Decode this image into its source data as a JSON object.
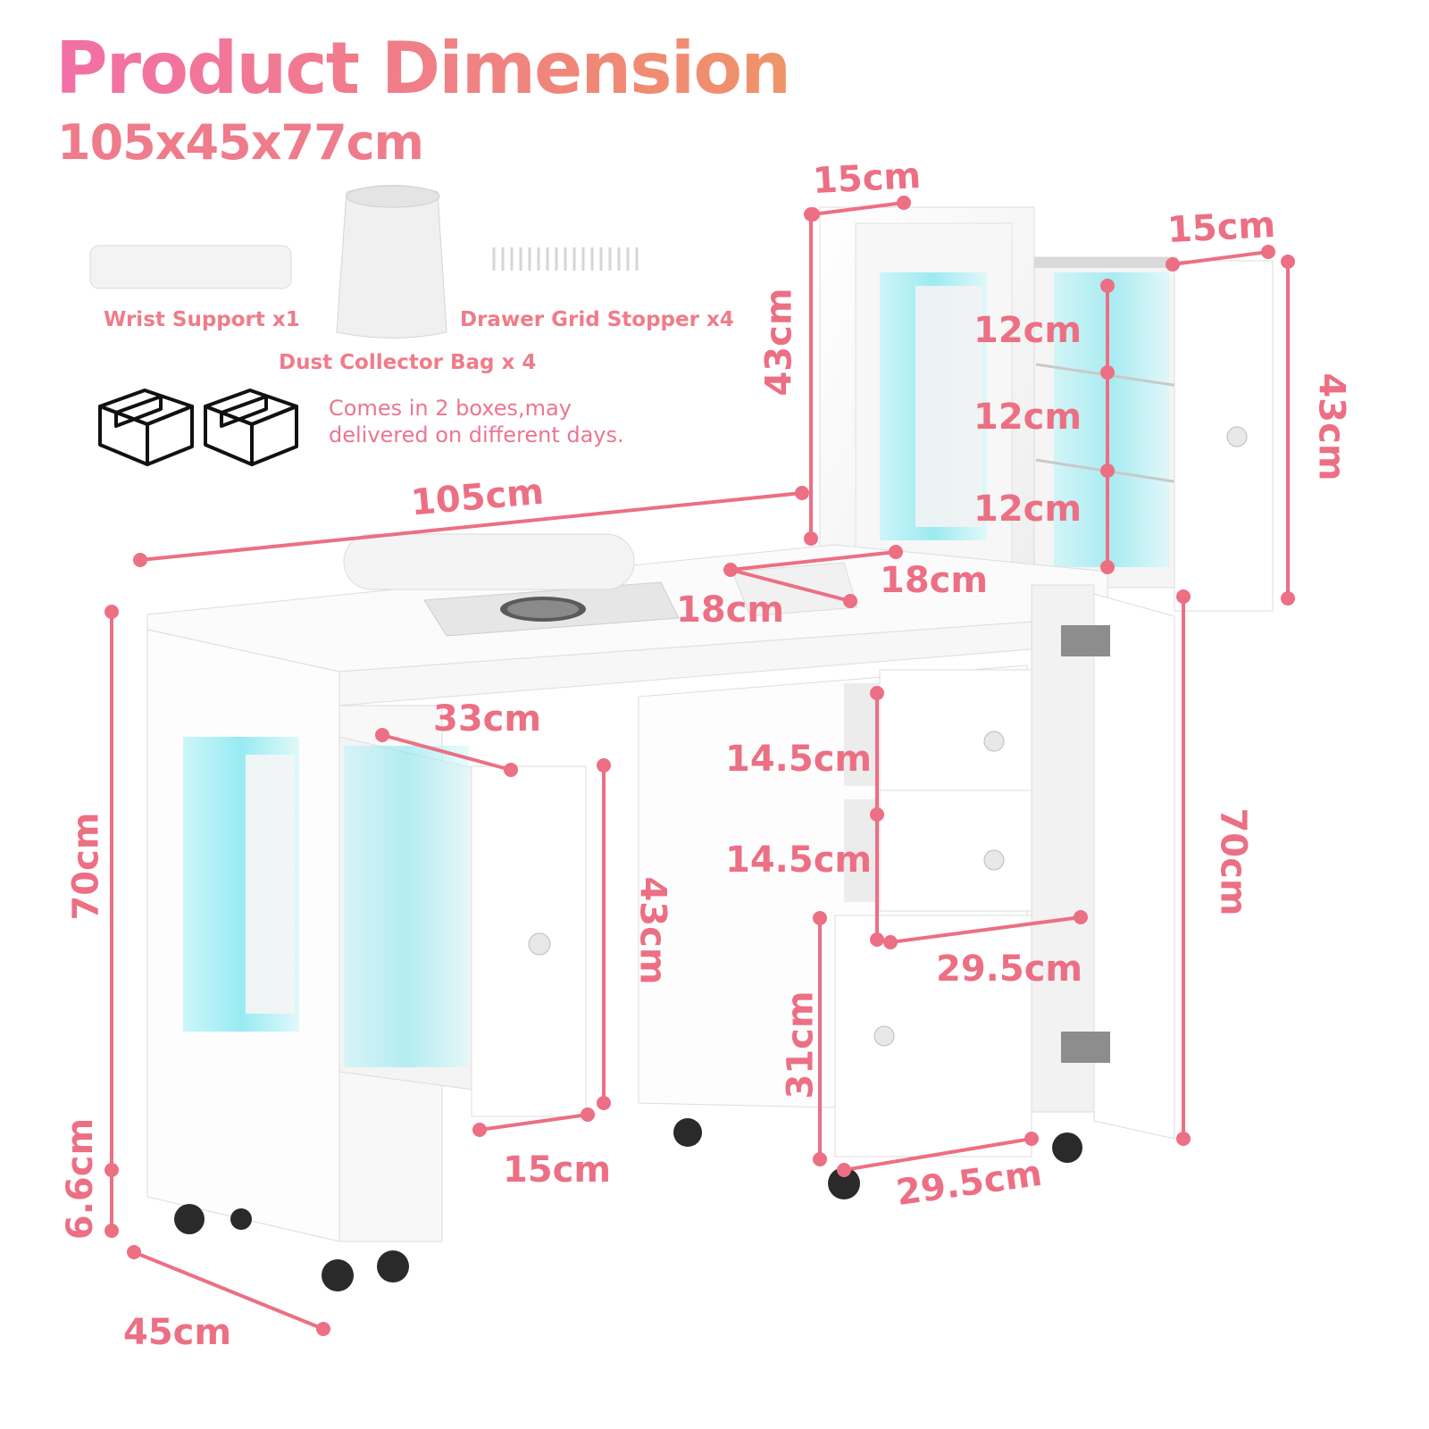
{
  "heading": {
    "title": "Product Dimension",
    "overall_size": "105x45x77cm"
  },
  "accessories": [
    {
      "label": "Wrist Support x1",
      "icon": "wrist-support-icon"
    },
    {
      "label": "Dust Collector Bag x 4",
      "icon": "dust-bag-icon"
    },
    {
      "label": "Drawer Grid Stopper x4",
      "icon": "grid-stopper-icon"
    }
  ],
  "shipping": {
    "icon": "box-icon",
    "note_line1": "Comes in 2 boxes,may",
    "note_line2": "delivered on different days."
  },
  "dimensions": {
    "top_cabinet_depth": "15cm",
    "top_door_depth": "15cm",
    "top_cabinet_height_left": "43cm",
    "top_cabinet_height_right": "43cm",
    "shelf_gap_1": "12cm",
    "shelf_gap_2": "12cm",
    "shelf_gap_3": "12cm",
    "table_width": "105cm",
    "vent_width": "18cm",
    "vent_depth": "18cm",
    "table_height": "70cm",
    "right_cabinet_height": "70cm",
    "caster_height": "6.6cm",
    "table_depth": "45cm",
    "side_drawer_depth": "33cm",
    "side_drawer_height": "43cm",
    "side_drawer_width": "15cm",
    "drawer_height_1": "14.5cm",
    "drawer_height_2": "14.5cm",
    "drawer_width": "29.5cm",
    "lower_door_height": "31cm",
    "lower_door_width": "29.5cm"
  },
  "colors": {
    "accent": "#ec6f84",
    "title_gradient_start": "#f26fa6",
    "title_gradient_end": "#ef9468",
    "led_glow": "#7fe6f0",
    "furniture": "#ffffff"
  }
}
